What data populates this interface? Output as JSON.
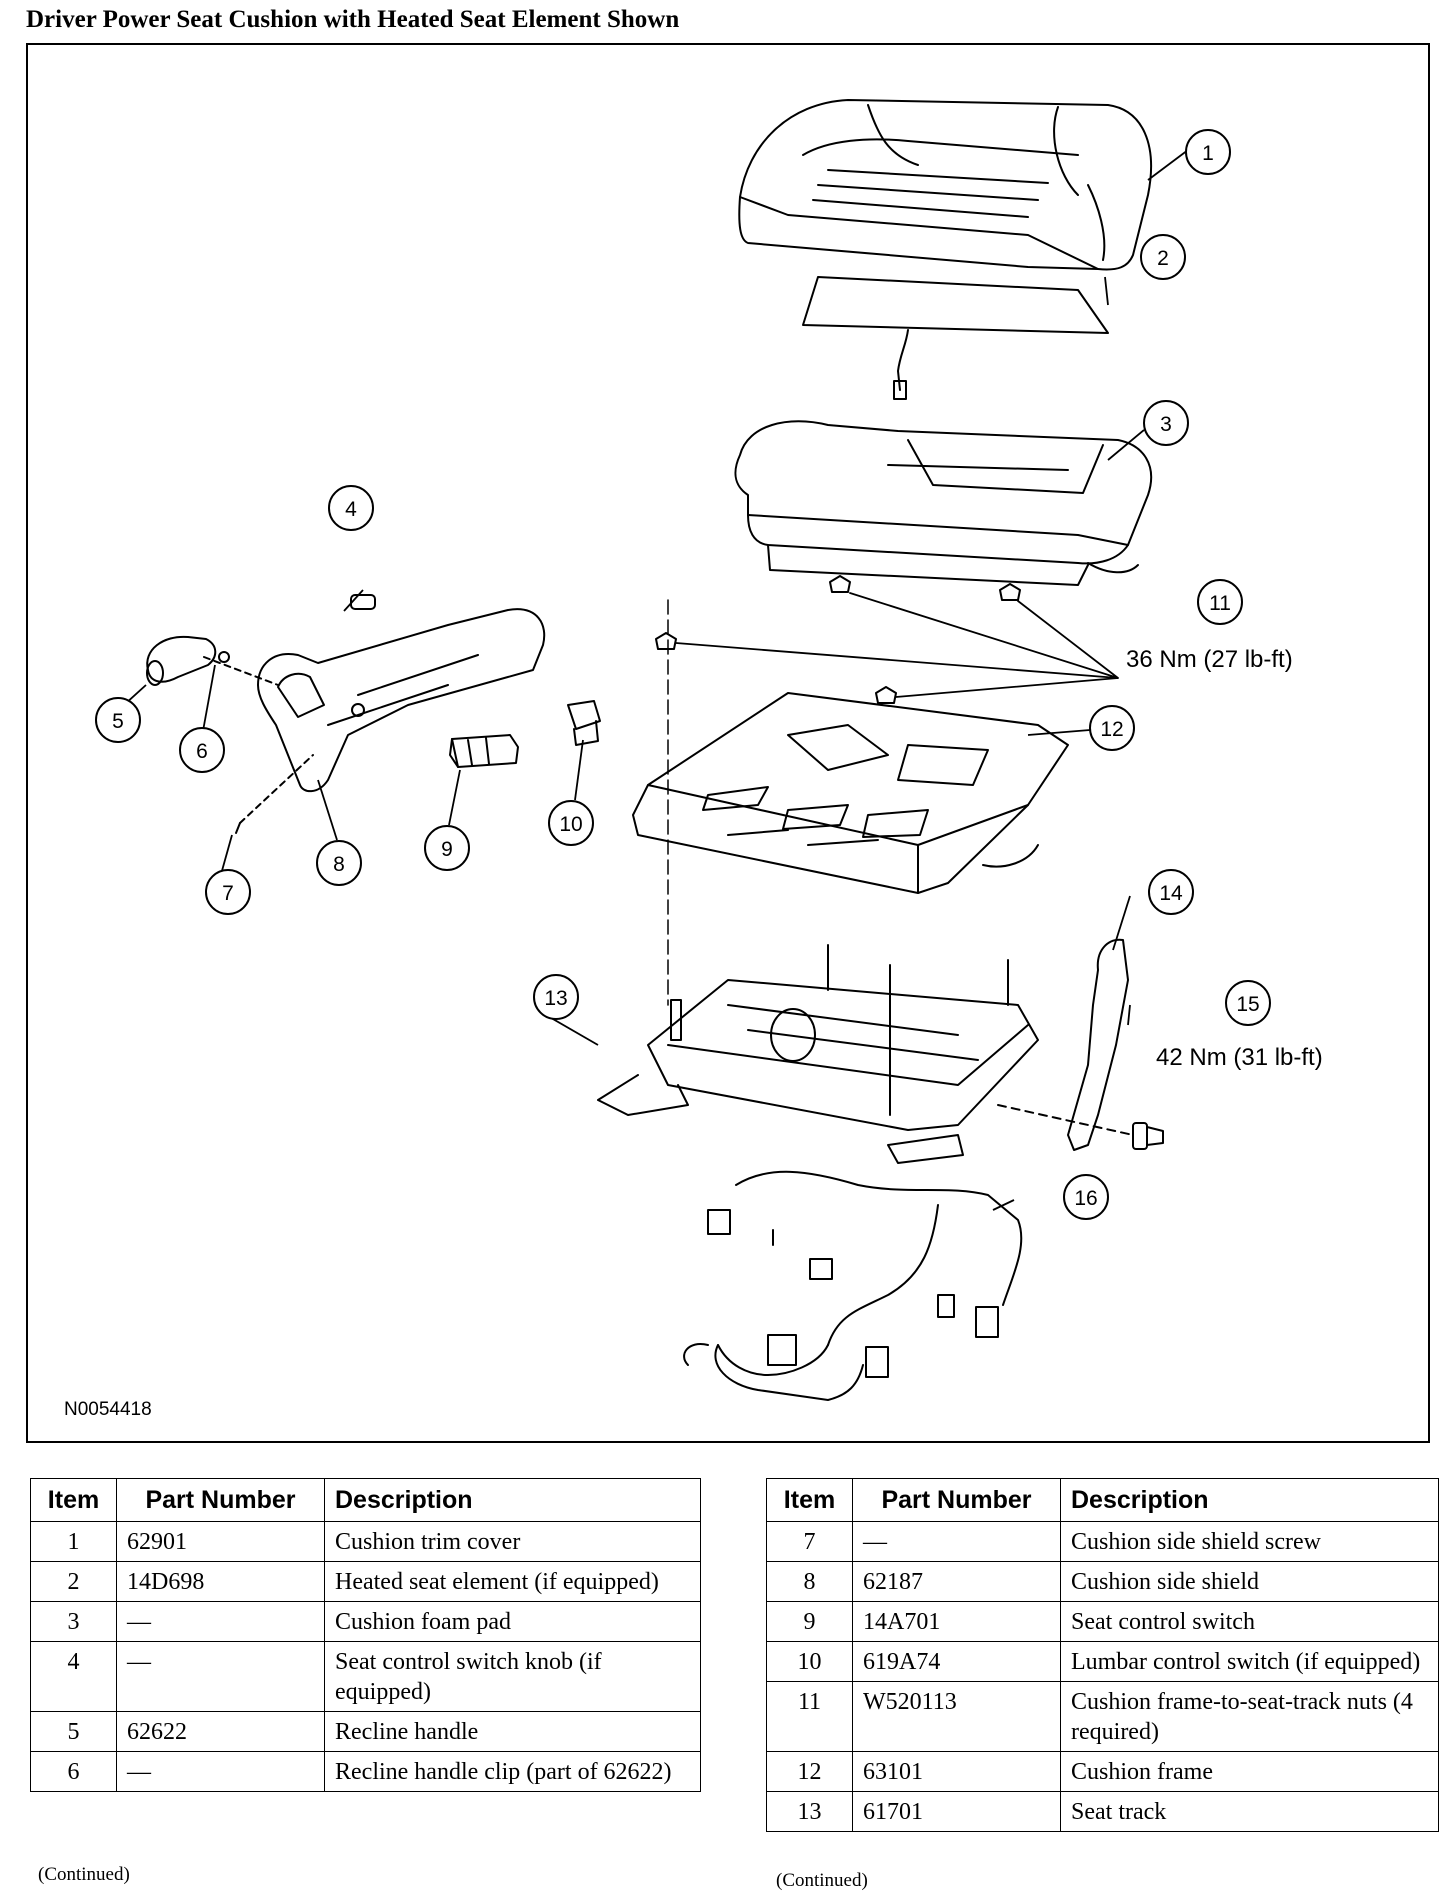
{
  "title": "Driver Power Seat Cushion with Heated Seat Element Shown",
  "figure_id": "N0054418",
  "torque_labels": {
    "item11": "36 Nm (27 lb-ft)",
    "item15": "42 Nm (31 lb-ft)"
  },
  "callouts": [
    "1",
    "2",
    "3",
    "4",
    "5",
    "6",
    "7",
    "8",
    "9",
    "10",
    "11",
    "12",
    "13",
    "14",
    "15",
    "16"
  ],
  "table_headers": {
    "item": "Item",
    "part_number": "Part Number",
    "description": "Description"
  },
  "table_left": [
    {
      "item": "1",
      "part": "62901",
      "desc": "Cushion trim cover"
    },
    {
      "item": "2",
      "part": "14D698",
      "desc": "Heated seat element (if equipped)"
    },
    {
      "item": "3",
      "part": "—",
      "desc": "Cushion foam pad"
    },
    {
      "item": "4",
      "part": "—",
      "desc": "Seat control switch knob (if equipped)"
    },
    {
      "item": "5",
      "part": "62622",
      "desc": "Recline handle"
    },
    {
      "item": "6",
      "part": "—",
      "desc": "Recline handle clip (part of 62622)"
    }
  ],
  "table_right": [
    {
      "item": "7",
      "part": "—",
      "desc": "Cushion side shield screw"
    },
    {
      "item": "8",
      "part": "62187",
      "desc": "Cushion side shield"
    },
    {
      "item": "9",
      "part": "14A701",
      "desc": "Seat control switch"
    },
    {
      "item": "10",
      "part": "619A74",
      "desc": "Lumbar control switch (if equipped)"
    },
    {
      "item": "11",
      "part": "W520113",
      "desc": "Cushion frame-to-seat-track nuts (4 required)"
    },
    {
      "item": "12",
      "part": "63101",
      "desc": "Cushion frame"
    },
    {
      "item": "13",
      "part": "61701",
      "desc": "Seat track"
    }
  ],
  "continued": "(Continued)"
}
